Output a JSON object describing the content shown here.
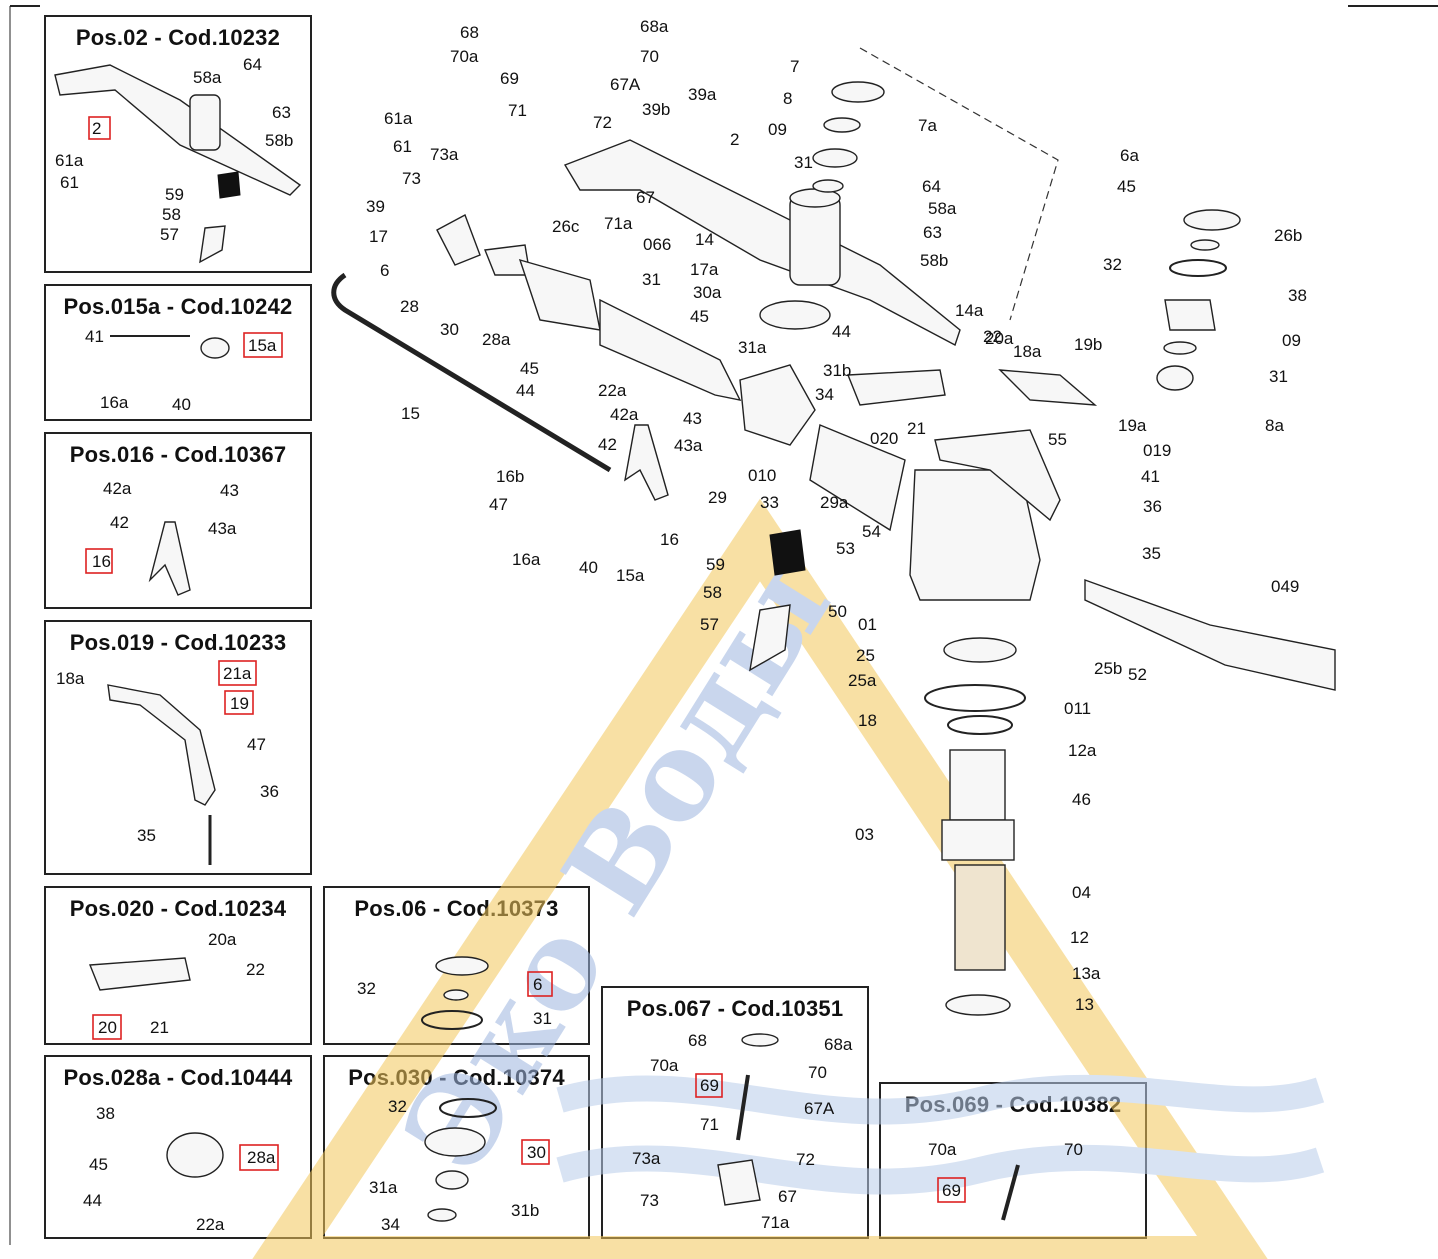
{
  "kits": [
    {
      "key": "pos02",
      "title": "Pos.02 - Cod.10232",
      "parts": [
        "64",
        "58a",
        "63",
        "58b",
        "2",
        "61a",
        "61",
        "59",
        "58",
        "57"
      ],
      "highlight": "2"
    },
    {
      "key": "pos015a",
      "title": "Pos.015a - Cod.10242",
      "parts": [
        "41",
        "15a",
        "16a",
        "40"
      ],
      "highlight": "15a"
    },
    {
      "key": "pos016",
      "title": "Pos.016 - Cod.10367",
      "parts": [
        "42a",
        "43",
        "42",
        "43a",
        "16"
      ],
      "highlight": "16"
    },
    {
      "key": "pos019",
      "title": "Pos.019 - Cod.10233",
      "parts": [
        "18a",
        "21a",
        "19",
        "47",
        "36",
        "35"
      ],
      "highlight": [
        "21a",
        "19"
      ]
    },
    {
      "key": "pos020",
      "title": "Pos.020 - Cod.10234",
      "parts": [
        "20a",
        "22",
        "20",
        "21"
      ],
      "highlight": "20"
    },
    {
      "key": "pos06",
      "title": "Pos.06 - Cod.10373",
      "parts": [
        "32",
        "6",
        "31"
      ],
      "highlight": "6"
    },
    {
      "key": "pos028a",
      "title": "Pos.028a - Cod.10444",
      "parts": [
        "38",
        "28a",
        "45",
        "44",
        "22a"
      ],
      "highlight": "28a"
    },
    {
      "key": "pos030",
      "title": "Pos.030 - Cod.10374",
      "parts": [
        "32",
        "30",
        "31a",
        "31b",
        "34"
      ],
      "highlight": "30"
    },
    {
      "key": "pos067",
      "title": "Pos.067 - Cod.10351",
      "parts": [
        "68",
        "68a",
        "70a",
        "70",
        "69",
        "67A",
        "71",
        "73a",
        "72",
        "73",
        "67",
        "71a"
      ],
      "highlight": "69"
    },
    {
      "key": "pos069",
      "title": "Pos.069 - Cod.10382",
      "parts": [
        "70a",
        "70",
        "69"
      ],
      "highlight": "69"
    }
  ],
  "main_labels": [
    "68",
    "68a",
    "70a",
    "70",
    "69",
    "67A",
    "39b",
    "39a",
    "7",
    "61a",
    "71",
    "72",
    "8",
    "7a",
    "61",
    "73a",
    "09",
    "2",
    "73",
    "31",
    "6a",
    "45",
    "39",
    "67",
    "64",
    "17",
    "26c",
    "71a",
    "58a",
    "066",
    "63",
    "26b",
    "6",
    "58b",
    "31",
    "14",
    "38",
    "32",
    "17a",
    "30a",
    "45",
    "44",
    "14a",
    "28",
    "30",
    "20a",
    "28a",
    "31a",
    "31b",
    "22",
    "18a",
    "19b",
    "09",
    "45",
    "22a",
    "34",
    "31",
    "44",
    "43",
    "42a",
    "19a",
    "8a",
    "15",
    "020",
    "21",
    "55",
    "42",
    "43a",
    "019",
    "010",
    "16b",
    "29",
    "33",
    "29a",
    "47",
    "41",
    "36",
    "16",
    "54",
    "53",
    "35",
    "16a",
    "40",
    "15a",
    "59",
    "58",
    "50",
    "049",
    "01",
    "57",
    "25",
    "25b",
    "52",
    "25a",
    "011",
    "18",
    "12a",
    "46",
    "03",
    "04",
    "12",
    "13a",
    "13"
  ],
  "watermark": "Эко Воды"
}
